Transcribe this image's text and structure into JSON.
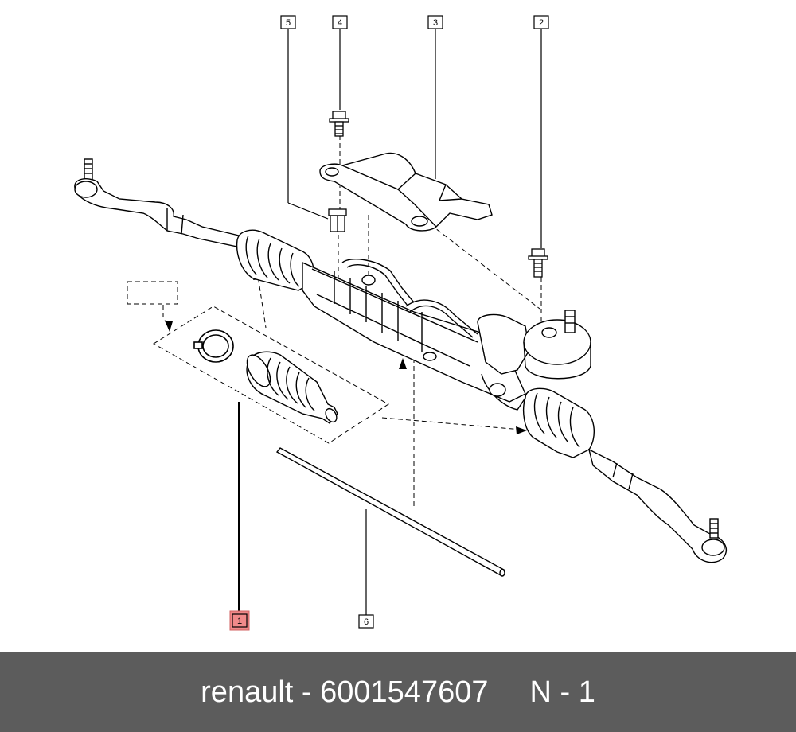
{
  "diagram": {
    "callouts": [
      {
        "id": "callout-1",
        "label": "1",
        "highlight_color": "#f08a8a"
      },
      {
        "id": "callout-2",
        "label": "2"
      },
      {
        "id": "callout-3",
        "label": "3"
      },
      {
        "id": "callout-4",
        "label": "4"
      },
      {
        "id": "callout-5",
        "label": "5"
      },
      {
        "id": "callout-6",
        "label": "6"
      }
    ]
  },
  "footer": {
    "brand": "renault",
    "separator": " - ",
    "part_number": "6001547607",
    "quantity": "N - 1",
    "background": "#5c5c5c",
    "text_color": "#ffffff"
  }
}
